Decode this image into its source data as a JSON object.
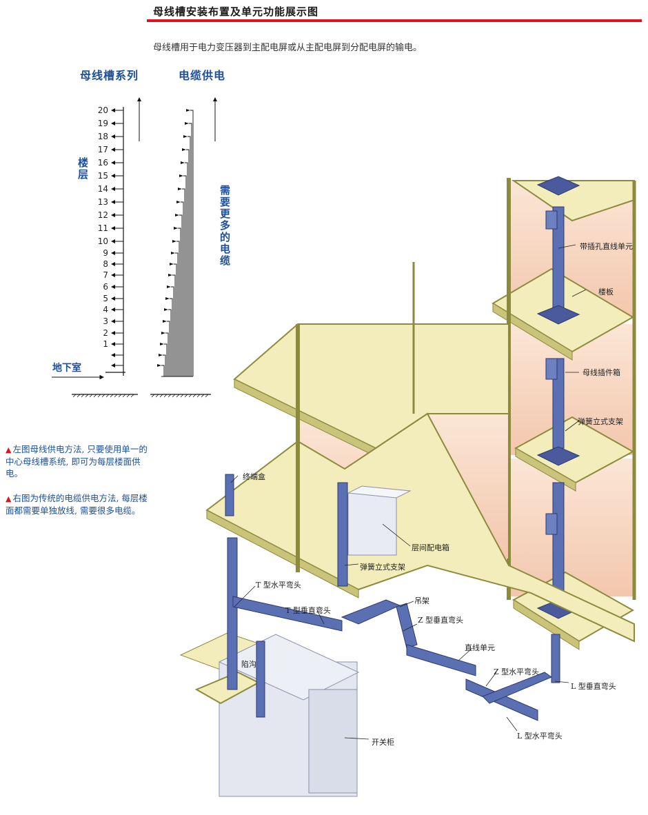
{
  "header": {
    "title": "母线槽安装布置及单元功能展示图",
    "subtitle": "母线槽用于电力变压器到主配电屏或从主配电屏到分配电屏的输电。"
  },
  "left_diagram": {
    "busway_heading": "母线槽系列",
    "cable_heading": "电缆供电",
    "floors_label": "楼层",
    "more_cables_label": "需要更多的电缆",
    "basement_label": "地下室",
    "floors": [
      "20",
      "19",
      "18",
      "17",
      "16",
      "15",
      "14",
      "13",
      "12",
      "11",
      "10",
      "9",
      "8",
      "7",
      "6",
      "5",
      "4",
      "3",
      "2",
      "1"
    ]
  },
  "notes": [
    {
      "marker": "▲",
      "text": "左图母线供电方法, 只要使用单一的中心母线槽系统, 即可为每层楼面供电。"
    },
    {
      "marker": "▲",
      "text": "右图为传统的电缆供电方法, 每层楼面都需要单独放线, 需要很多电缆。"
    }
  ],
  "callouts": {
    "plug_in_unit": "带插孔直线单元",
    "floor_slab": "楼板",
    "plug_box": "母线插件箱",
    "spring_bracket_1": "弹簧立式支架",
    "end_box": "终端盒",
    "floor_panel": "层间配电箱",
    "spring_bracket_2": "弹簧立式支架",
    "t_horizontal": "T 型水平弯头",
    "t_vertical": "T 型垂直弯头",
    "hanger": "吊架",
    "z_vertical": "Z 型垂直弯头",
    "straight_unit": "直线单元",
    "z_horizontal": "Z 型水平弯头",
    "l_vertical": "L 型垂直弯头",
    "trench": "陷沟",
    "l_horizontal": "L 型水平弯头",
    "switchgear": "开关柜"
  },
  "colors": {
    "accent_red": "#e0141e",
    "label_blue": "#1d4f9c",
    "slab": "#f2edbb",
    "slab_edge": "#8c8a3c",
    "wall": "#f6d9c4",
    "busway": "#5b6fb3"
  }
}
